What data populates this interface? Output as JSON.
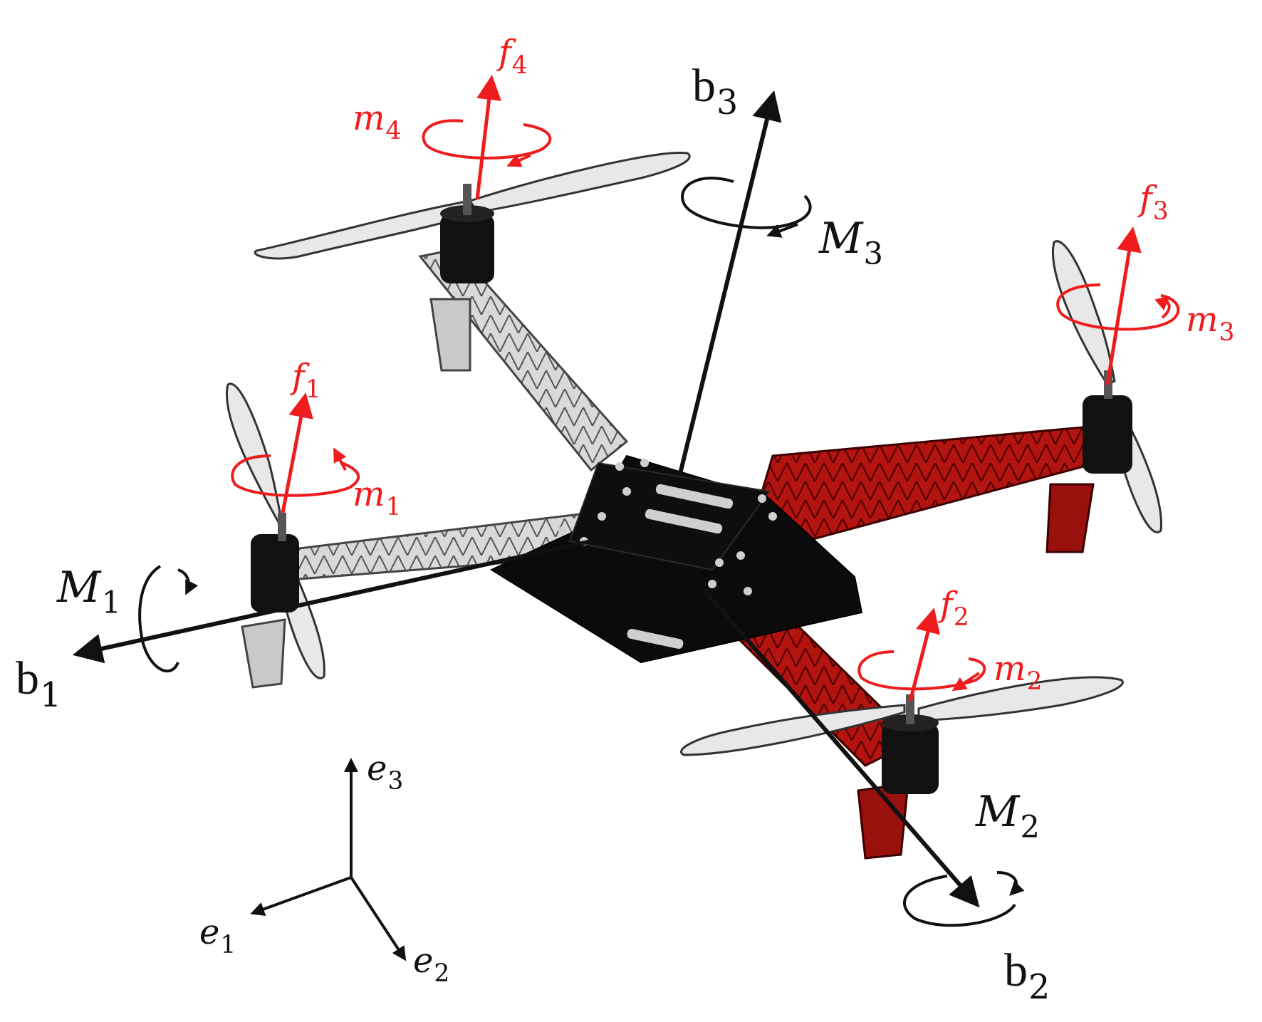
{
  "labels": {
    "b1": {
      "base": "b",
      "sub": "1"
    },
    "b2": {
      "base": "b",
      "sub": "2"
    },
    "b3": {
      "base": "b",
      "sub": "3"
    },
    "M1": {
      "base": "M",
      "sub": "1"
    },
    "M2": {
      "base": "M",
      "sub": "2"
    },
    "M3": {
      "base": "M",
      "sub": "3"
    },
    "f1": {
      "base": "f",
      "sub": "1"
    },
    "f2": {
      "base": "f",
      "sub": "2"
    },
    "f3": {
      "base": "f",
      "sub": "3"
    },
    "f4": {
      "base": "f",
      "sub": "4"
    },
    "m1": {
      "base": "m",
      "sub": "1"
    },
    "m2": {
      "base": "m",
      "sub": "2"
    },
    "m3": {
      "base": "m",
      "sub": "3"
    },
    "m4": {
      "base": "m",
      "sub": "4"
    },
    "e1": {
      "base": "e",
      "sub": "1"
    },
    "e2": {
      "base": "e",
      "sub": "2"
    },
    "e3": {
      "base": "e",
      "sub": "3"
    }
  },
  "colors": {
    "body_axes": "#111111",
    "rotor_forces": "#ee1c1c",
    "frame_white_arm": "#d8d8d8",
    "frame_red_arm": "#a8120e",
    "center_plate": "#0b0b0b",
    "motor": "#111111",
    "propeller": "#e8e8e8"
  },
  "icons": [
    "quadrotor-frame",
    "propeller",
    "motor",
    "axis-arrow",
    "moment-arrow"
  ]
}
